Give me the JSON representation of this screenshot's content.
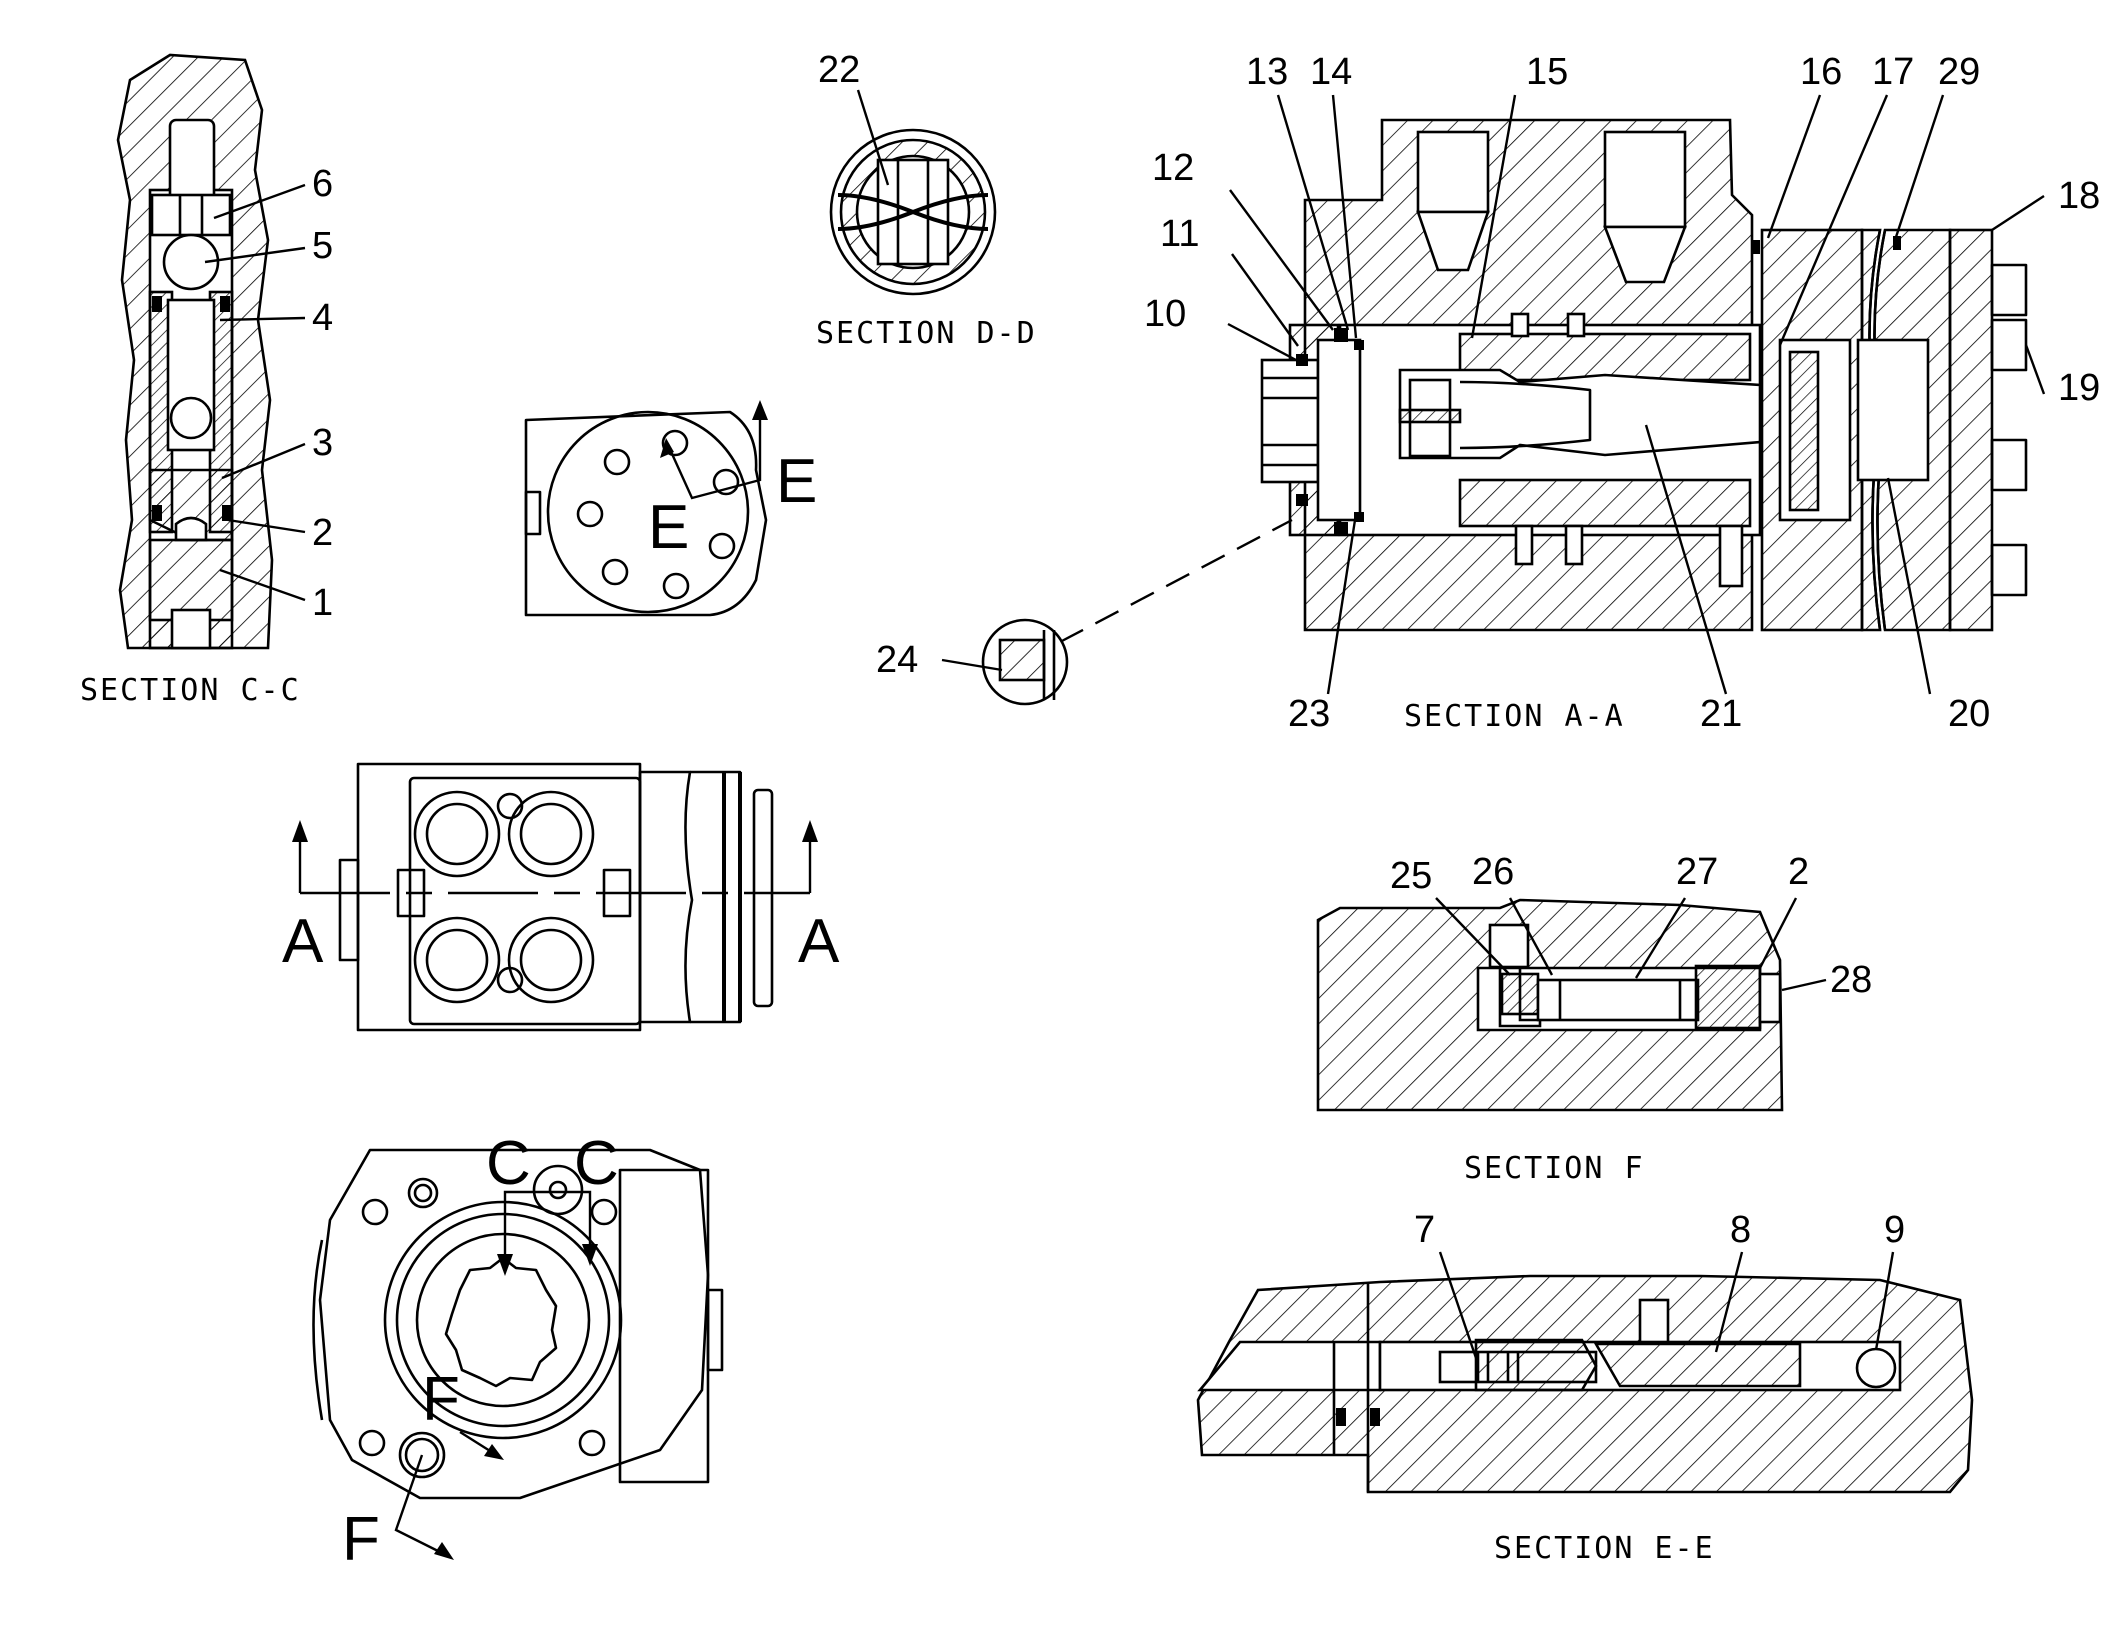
{
  "sections": {
    "cc": "SECTION C-C",
    "dd": "SECTION D-D",
    "aa": "SECTION A-A",
    "f": "SECTION F",
    "ee": "SECTION E-E"
  },
  "cutting_planes": {
    "e1": "E",
    "e2": "E",
    "a1": "A",
    "a2": "A",
    "c1": "C",
    "c2": "C",
    "f1": "F",
    "f2": "F"
  },
  "callouts": {
    "n1": "1",
    "n2": "2",
    "n3": "3",
    "n4": "4",
    "n5": "5",
    "n6": "6",
    "n7": "7",
    "n8": "8",
    "n9": "9",
    "n10": "10",
    "n11": "11",
    "n12": "12",
    "n13": "13",
    "n14": "14",
    "n15": "15",
    "n16": "16",
    "n17": "17",
    "n18": "18",
    "n19": "19",
    "n20": "20",
    "n21": "21",
    "n22": "22",
    "n23": "23",
    "n24": "24",
    "n25": "25",
    "n26": "26",
    "n27": "27",
    "n2b": "2",
    "n28": "28",
    "n29": "29"
  }
}
